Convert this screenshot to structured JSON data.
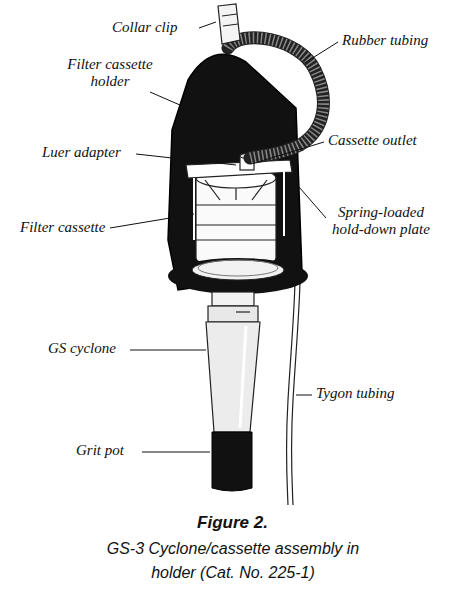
{
  "diagram": {
    "title": "Figure 2.",
    "caption": "GS-3 Cyclone/cassette assembly in holder (Cat. No. 225-1)",
    "labels": [
      "Collar clip",
      "Rubber tubing",
      "Filter cassette holder",
      "Cassette outlet",
      "Luer adapter",
      "Filter cassette",
      "Spring-loaded hold-down plate",
      "GS cyclone",
      "Tygon tubing",
      "Grit pot"
    ]
  }
}
